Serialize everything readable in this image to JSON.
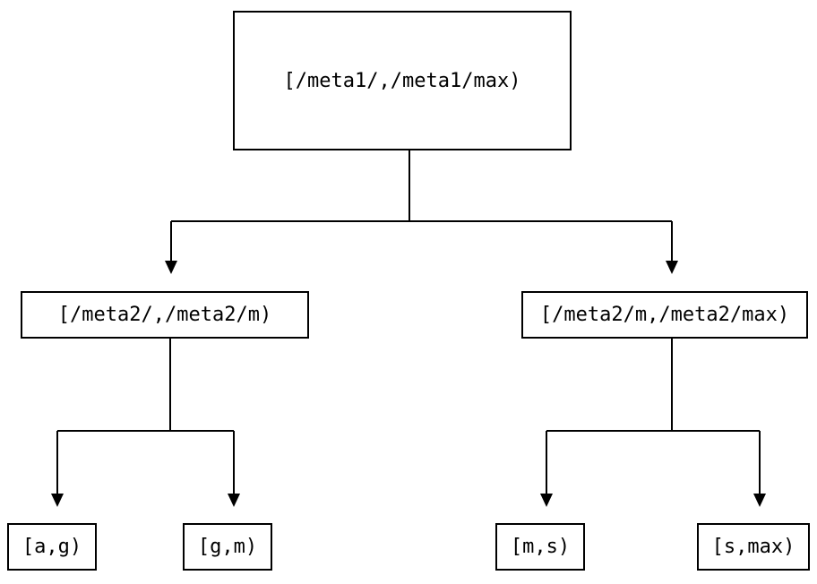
{
  "diagram": {
    "type": "tree",
    "background_color": "#ffffff",
    "line_color": "#000000",
    "text_color": "#000000",
    "nodes": {
      "root": {
        "label": "[/meta1/,/meta1/max)"
      },
      "meta2_low": {
        "label": "[/meta2/,/meta2/m)"
      },
      "meta2_high": {
        "label": "[/meta2/m,/meta2/max)"
      },
      "leaf_ag": {
        "label": "[a,g)"
      },
      "leaf_gm": {
        "label": "[g,m)"
      },
      "leaf_ms": {
        "label": "[m,s)"
      },
      "leaf_smax": {
        "label": "[s,max)"
      }
    },
    "edges": [
      {
        "from": "root",
        "to": "meta2_low"
      },
      {
        "from": "root",
        "to": "meta2_high"
      },
      {
        "from": "meta2_low",
        "to": "leaf_ag"
      },
      {
        "from": "meta2_low",
        "to": "leaf_gm"
      },
      {
        "from": "meta2_high",
        "to": "leaf_ms"
      },
      {
        "from": "meta2_high",
        "to": "leaf_smax"
      }
    ]
  }
}
